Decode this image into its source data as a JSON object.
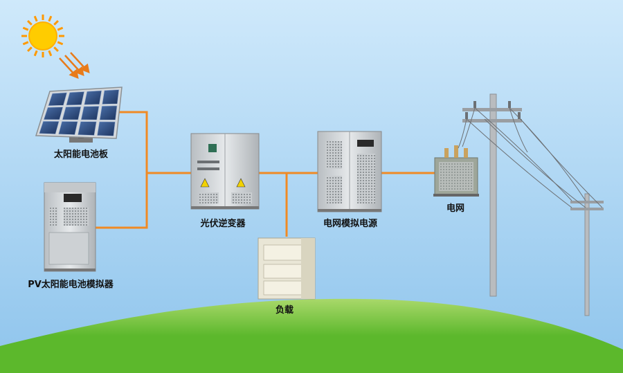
{
  "colors": {
    "sky_top": "#cfe9fb",
    "sky_bottom": "#8ec4ec",
    "ground": "#5cb82c",
    "ground_light": "#a9d86a",
    "wire": "#f08a24",
    "sun": "#ffcc00",
    "cabinet": "#d8dcdf"
  },
  "nodes": {
    "solar_panel": {
      "label": "太阳能电池板",
      "icon": "solar-panel-icon"
    },
    "pv_simulator": {
      "label": "PV太阳能电池模拟器",
      "icon": "cabinet-icon"
    },
    "inverter": {
      "label": "光伏逆变器",
      "icon": "inverter-icon"
    },
    "grid_simulator": {
      "label": "电网模拟电源",
      "icon": "grid-simulator-icon"
    },
    "load": {
      "label": "负载",
      "icon": "load-cabinet-icon"
    },
    "grid": {
      "label": "电网",
      "icon": "transformer-icon"
    }
  }
}
